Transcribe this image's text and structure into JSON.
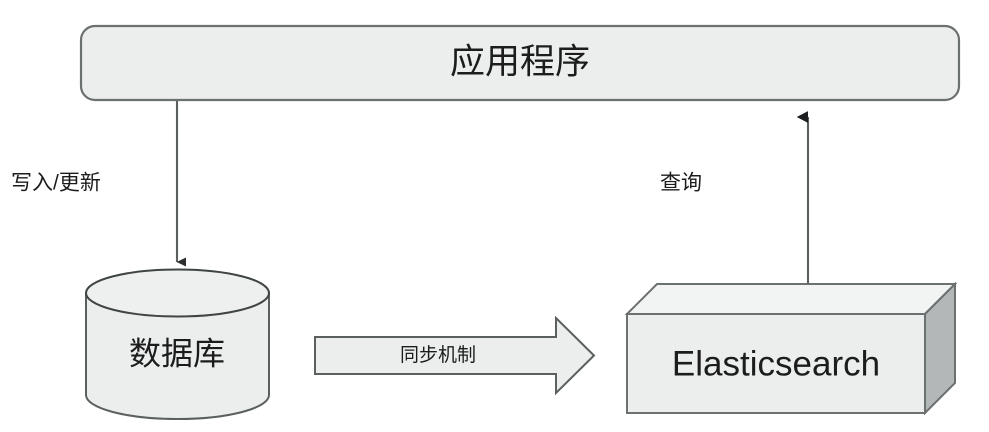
{
  "diagram": {
    "type": "architecture-flow",
    "background_color": "#ffffff",
    "nodes": [
      {
        "id": "application",
        "shape": "rounded-rectangle",
        "label": "应用程序",
        "fill": "#eceeee",
        "stroke": "#6b7070"
      },
      {
        "id": "database",
        "shape": "cylinder",
        "label": "数据库",
        "fill": "#eceeee",
        "stroke": "#5a5f5f"
      },
      {
        "id": "elasticsearch",
        "shape": "cube-3d",
        "label": "Elasticsearch",
        "fill_front": "#eceeee",
        "fill_top": "#f2f4f4",
        "fill_side": "#b3b7b7",
        "stroke": "#6b7070"
      },
      {
        "id": "sync",
        "shape": "block-arrow",
        "label": "同步机制",
        "fill": "#eceeee",
        "stroke": "#5a5f5f"
      }
    ],
    "edges": [
      {
        "id": "write-update",
        "label": "写入/更新",
        "from": "application",
        "to": "database",
        "direction": "down",
        "stroke": "#5a5f5f"
      },
      {
        "id": "query",
        "label": "查询",
        "from": "elasticsearch",
        "to": "application",
        "direction": "up",
        "stroke": "#5a5f5f"
      }
    ]
  }
}
